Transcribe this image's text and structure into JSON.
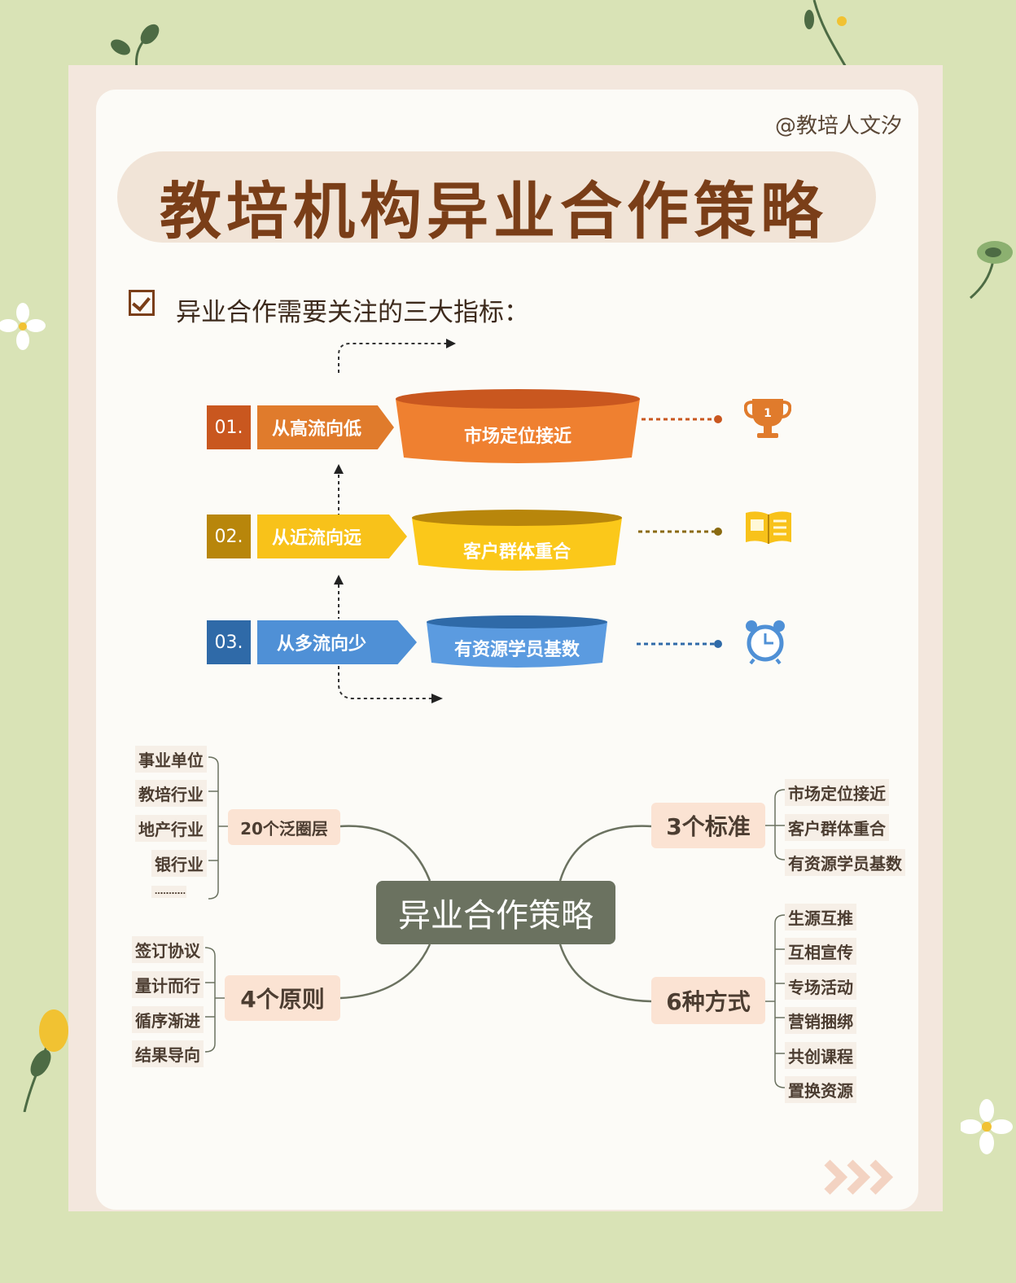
{
  "handle": "@教培人文汐",
  "title": "教培机构异业合作策略",
  "subtitle": "异业合作需要关注的三大指标：",
  "funnel": [
    {
      "num": "01.",
      "label": "从高流向低",
      "target": "市场定位接近",
      "icon": "trophy-icon",
      "color": "#e07b2c",
      "dark": "#c9571f"
    },
    {
      "num": "02.",
      "label": "从近流向远",
      "target": "客户群体重合",
      "icon": "book-icon",
      "color": "#f8c21a",
      "dark": "#b8860b"
    },
    {
      "num": "03.",
      "label": "从多流向少",
      "target": "有资源学员基数",
      "icon": "alarm-clock-icon",
      "color": "#4f90d6",
      "dark": "#2f6aa8"
    }
  ],
  "mindmap": {
    "center": "异业合作策略",
    "branches": {
      "b1": {
        "label": "20个泛圈层",
        "leaves": [
          "事业单位",
          "教培行业",
          "地产行业",
          "银行业",
          "……………"
        ]
      },
      "b2": {
        "label": "4个原则",
        "leaves": [
          "签订协议",
          "量计而行",
          "循序渐进",
          "结果导向"
        ]
      },
      "b3": {
        "label": "3个标准",
        "leaves": [
          "市场定位接近",
          "客户群体重合",
          "有资源学员基数"
        ]
      },
      "b4": {
        "label": "6种方式",
        "leaves": [
          "生源互推",
          "互相宣传",
          "专场活动",
          "营销捆绑",
          "共创课程",
          "置换资源"
        ]
      }
    }
  },
  "colors": {
    "title": "#7a3e18",
    "center_node": "#6b7260",
    "branch_bg": "#fbe3d3"
  }
}
